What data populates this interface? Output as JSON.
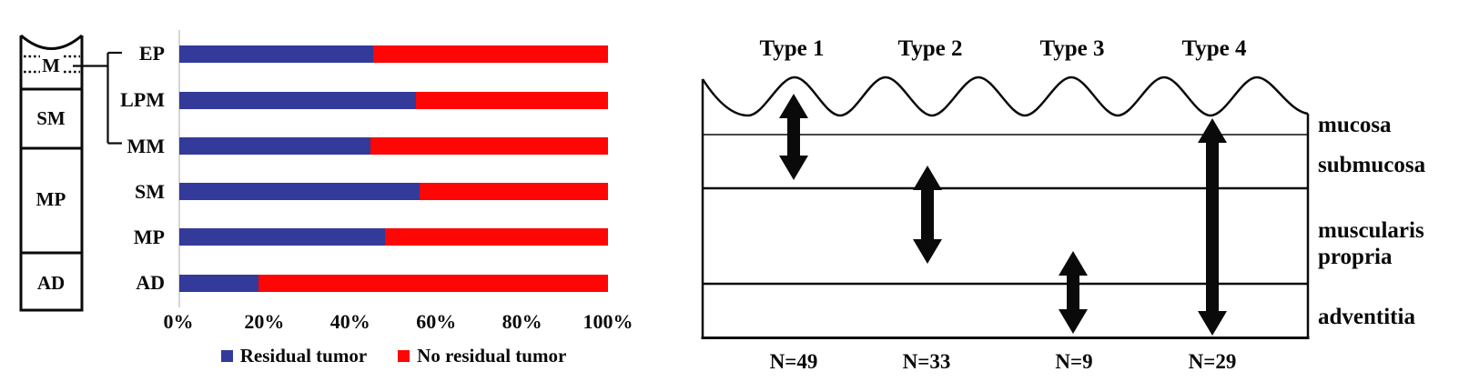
{
  "wall_diagram": {
    "layers": [
      {
        "label": "M"
      },
      {
        "label": "SM"
      },
      {
        "label": "MP"
      },
      {
        "label": "AD"
      }
    ]
  },
  "chart_data": {
    "type": "bar",
    "orientation": "horizontal",
    "stacked": true,
    "categories": [
      "EP",
      "LPM",
      "MM",
      "SM",
      "MP",
      "AD"
    ],
    "series": [
      {
        "name": "Residual tumor",
        "color": "#333A99",
        "values": [
          45.3,
          55.3,
          44.5,
          56.0,
          47.9,
          18.4
        ]
      },
      {
        "name": "No residual tumor",
        "color": "#FE0606",
        "values": [
          54.7,
          44.7,
          55.5,
          44.0,
          52.1,
          81.6
        ]
      }
    ],
    "x_ticks": [
      "0%",
      "20%",
      "40%",
      "60%",
      "80%",
      "100%"
    ],
    "xlim": [
      0,
      100
    ],
    "legend_position": "bottom"
  },
  "right_diagram": {
    "types": [
      {
        "label": "Type 1",
        "n_label": "N=49",
        "span": "mucosa to submucosa"
      },
      {
        "label": "Type 2",
        "n_label": "N=33",
        "span": "submucosa to muscularis propria"
      },
      {
        "label": "Type 3",
        "n_label": "N=9",
        "span": "muscularis propria to adventitia"
      },
      {
        "label": "Type 4",
        "n_label": "N=29",
        "span": "mucosa to adventitia"
      }
    ],
    "layer_labels": [
      "mucosa",
      "submucosa",
      "muscularis propria",
      "adventitia"
    ]
  }
}
